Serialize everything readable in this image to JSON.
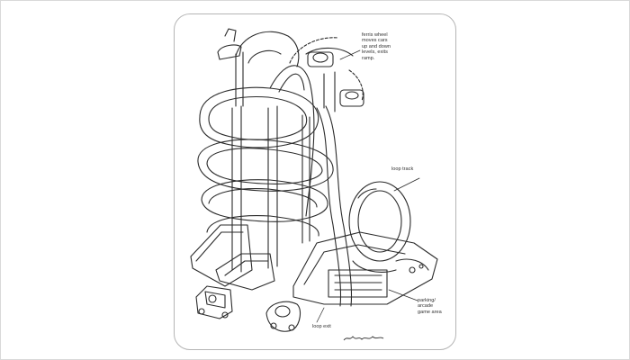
{
  "callouts": {
    "ferris_wheel": "ferris wheel\nmoves cars\nup and down\nlevels, exits\nramp.",
    "loop_track": "loop track",
    "parking_arcade": "parking/\narcade\ngame area",
    "loop_exit": "loop exit"
  },
  "colors": {
    "line": "#2b2b2b",
    "shade": "#8a8a8a",
    "frame": "#b5b5b5"
  }
}
